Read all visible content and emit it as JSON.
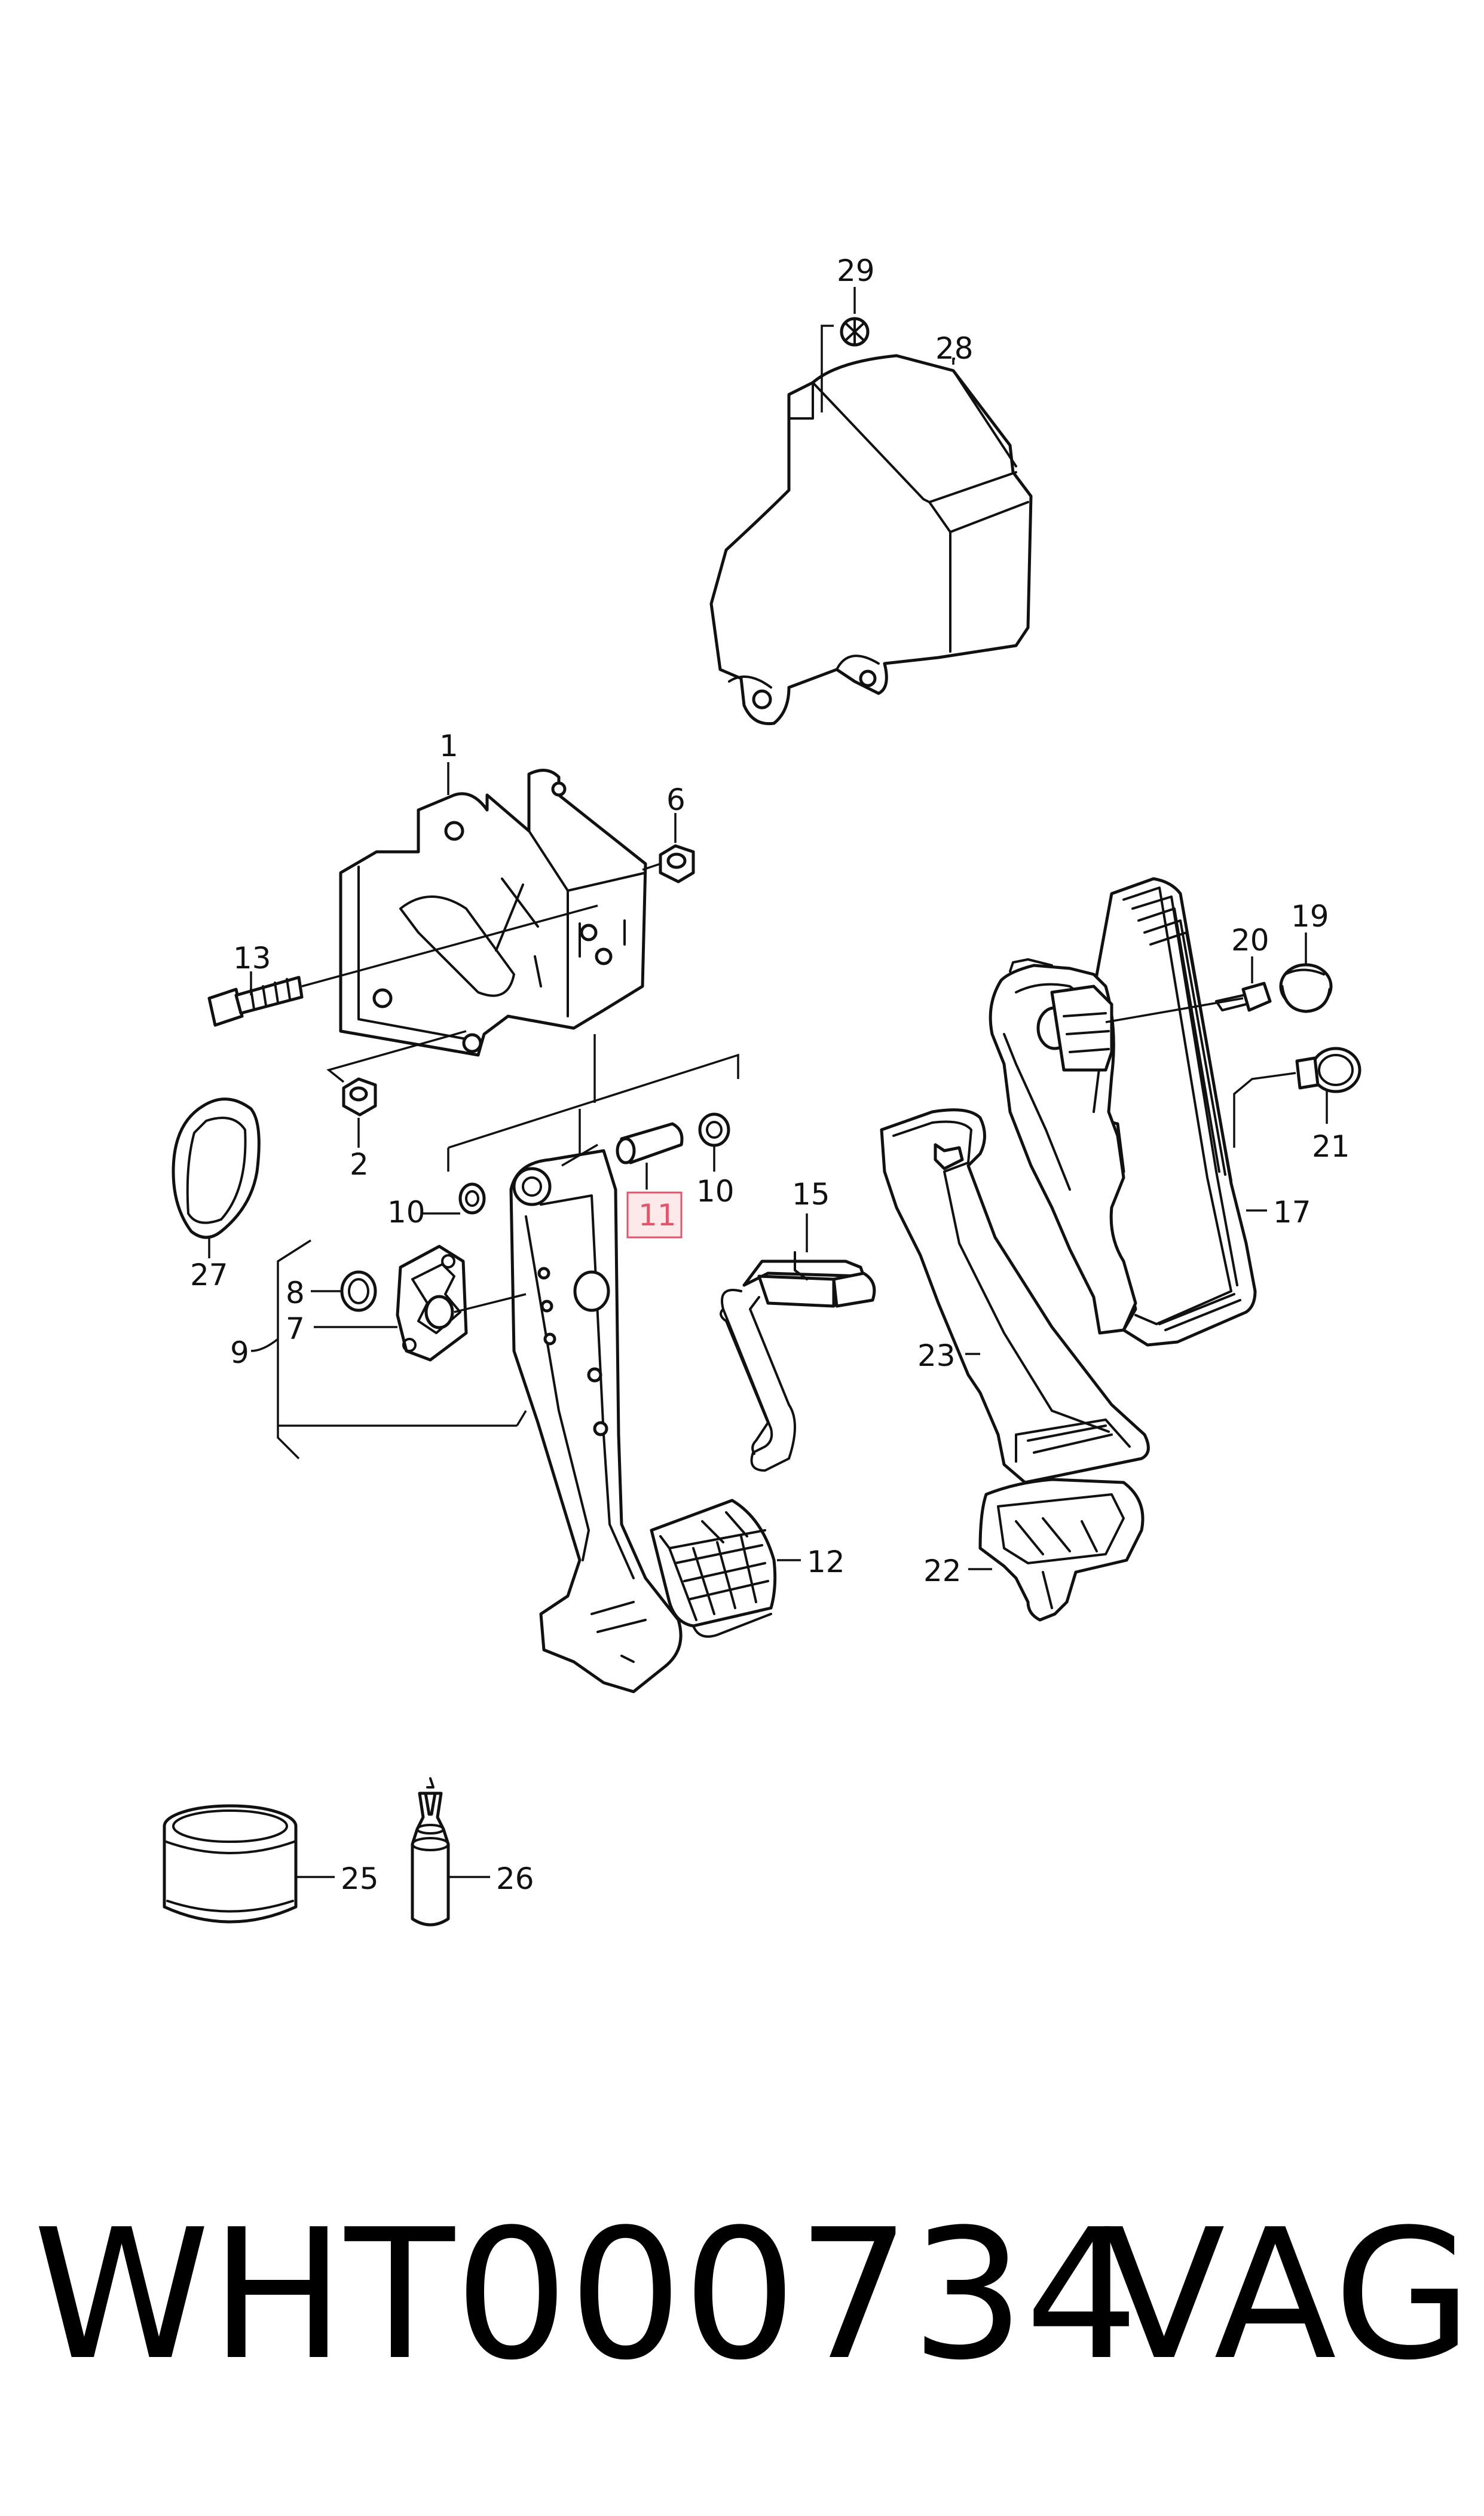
{
  "callouts": {
    "c1": "1",
    "c2": "2",
    "c6": "6",
    "c7": "7",
    "c8": "8",
    "c9": "9",
    "c10a": "10",
    "c10b": "10",
    "c11": "11",
    "c12": "12",
    "c13": "13",
    "c15": "15",
    "c17": "17",
    "c19": "19",
    "c20": "20",
    "c21": "21",
    "c22": "22",
    "c23": "23",
    "c25": "25",
    "c26": "26",
    "c27": "27",
    "c28": "28",
    "c29": "29"
  },
  "highlight_color": "#e0566c",
  "footer": {
    "part_number": "WHT000734",
    "brand": "VAG"
  }
}
